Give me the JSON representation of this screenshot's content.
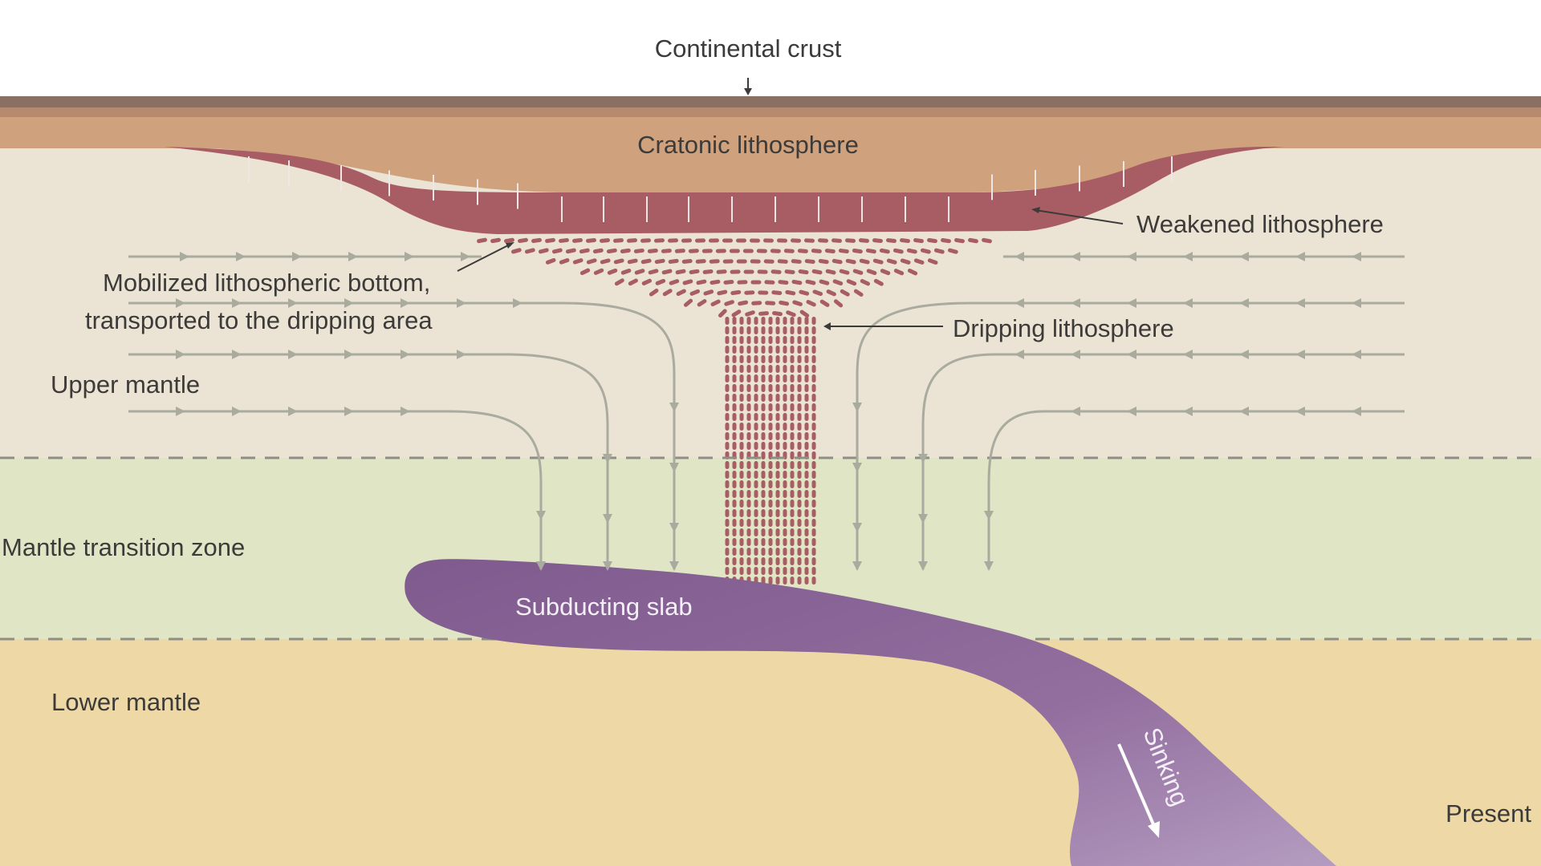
{
  "labels": {
    "continental_crust": "Continental crust",
    "cratonic_lithosphere": "Cratonic lithosphere",
    "weakened_lithosphere": "Weakened lithosphere",
    "mobilized_line1": "Mobilized lithospheric bottom,",
    "mobilized_line2": "transported to the dripping area",
    "dripping_lithosphere": "Dripping lithosphere",
    "upper_mantle": "Upper mantle",
    "mantle_transition_zone": "Mantle transition zone",
    "subducting_slab": "Subducting slab",
    "lower_mantle": "Lower mantle",
    "sinking": "Sinking",
    "present": "Present"
  },
  "colors": {
    "continental_crust": "#8a6f63",
    "crust_lower_band": "#b68a6e",
    "cratonic_lithosphere": "#cfa17c",
    "upper_mantle": "#ebe3d4",
    "mantle_transition_zone": "#e0e6c5",
    "lower_mantle": "#eed9a6",
    "weakened_lithosphere": "#a85c64",
    "dripping_lithosphere": "#a85c64",
    "subducting_slab": "#8e6a9c",
    "flow_arrows": "#a9ab9e",
    "boundary_dashes": "#8e8e86",
    "label_text": "#3d3b39"
  }
}
